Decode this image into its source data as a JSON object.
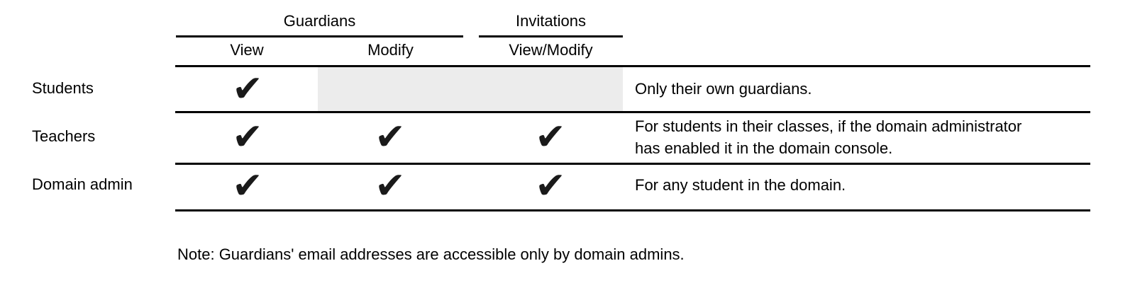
{
  "header": {
    "groups": [
      {
        "label": "Guardians"
      },
      {
        "label": "Invitations"
      }
    ],
    "columns": [
      {
        "label": "View"
      },
      {
        "label": "Modify"
      },
      {
        "label": "View/Modify"
      }
    ]
  },
  "rows": [
    {
      "label": "Students",
      "checks": {
        "view": "✔",
        "modify": "",
        "view_modify": ""
      },
      "note_lines": {
        "0": "Only their own guardians."
      }
    },
    {
      "label": "Teachers",
      "checks": {
        "view": "✔",
        "modify": "✔",
        "view_modify": "✔"
      },
      "note_lines": {
        "0": "For students in their classes, if the domain administrator",
        "1": "has enabled it in the domain console."
      }
    },
    {
      "label": "Domain admin",
      "checks": {
        "view": "✔",
        "modify": "✔",
        "view_modify": "✔"
      },
      "note_lines": {
        "0": "For any student in the domain."
      }
    }
  ],
  "footnote": "Note: Guardians' email addresses are accessible only by domain admins.",
  "colors": {
    "shaded_cell": "#ececec",
    "rule": "#000000",
    "text": "#000000",
    "check": "#1a1a1a"
  }
}
